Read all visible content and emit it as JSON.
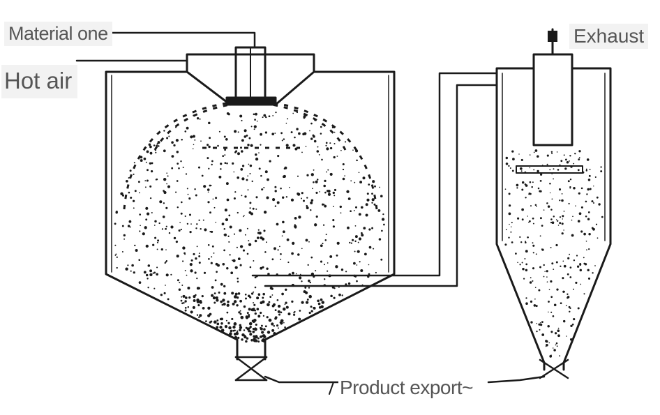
{
  "diagram": {
    "title": "",
    "labels": {
      "material_one": "Material one",
      "hot_air": "Hot air",
      "exhaust": "Exhaust",
      "product_export": "Product export~"
    }
  },
  "colors": {
    "line": "#1a1a1a",
    "label_text": "#555555",
    "label_background": "#f2f2f2",
    "background": "#ffffff"
  }
}
